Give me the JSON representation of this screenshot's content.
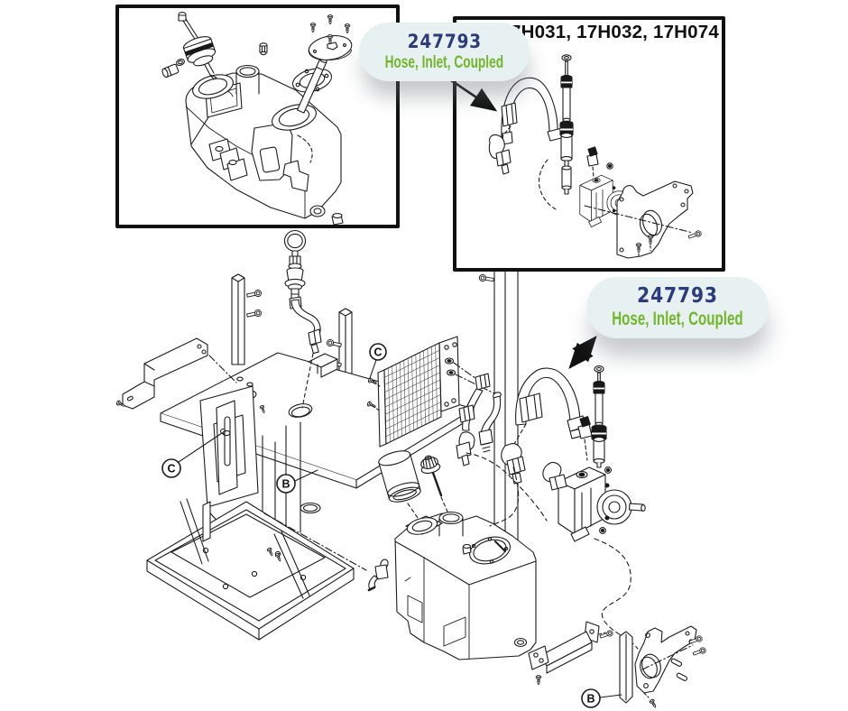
{
  "page": {
    "background": "#ffffff",
    "description": "Exploded parts diagram with hydraulic tank, pump, hoses and frame"
  },
  "inset_box": {
    "title": "17H031, 17H032, 17H074"
  },
  "callout_badges": [
    {
      "part_number": "247793",
      "part_name": "Hose, Inlet, Coupled"
    },
    {
      "part_number": "247793",
      "part_name": "Hose, Inlet, Coupled"
    }
  ],
  "balloon_labels": [
    {
      "letter": "C"
    },
    {
      "letter": "C"
    },
    {
      "letter": "B"
    },
    {
      "letter": "B"
    }
  ],
  "colors": {
    "part_number_navy": "#2c3b7c",
    "part_name_green": "#72b62a",
    "badge_background": "#e8f1f2",
    "line_art": "#1c1c1c",
    "box_border": "#111111"
  }
}
